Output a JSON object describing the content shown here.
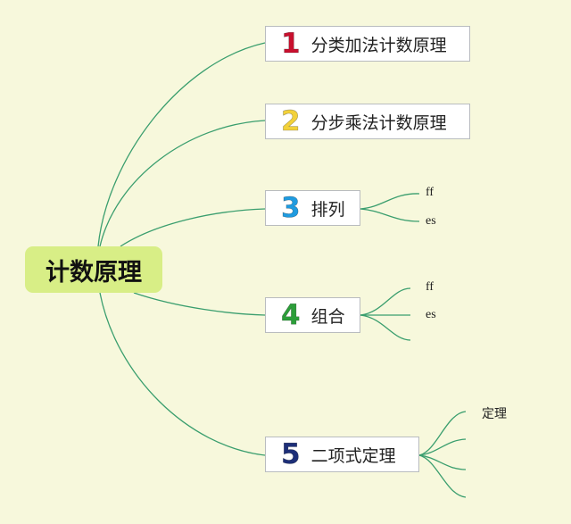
{
  "root": {
    "label": "计数原理"
  },
  "topics": [
    {
      "num": "1",
      "label": "分类加法计数原理",
      "color": "#c8102e"
    },
    {
      "num": "2",
      "label": "分步乘法计数原理",
      "color": "#f2d13a"
    },
    {
      "num": "3",
      "label": "排列",
      "color": "#1f9be0"
    },
    {
      "num": "4",
      "label": "组合",
      "color": "#2c9e3a"
    },
    {
      "num": "5",
      "label": "二项式定理",
      "color": "#1d2f78"
    }
  ],
  "leaves": {
    "t3": [
      "ff",
      "es"
    ],
    "t4": [
      "ff",
      "es",
      ""
    ],
    "t5": [
      "定理",
      "",
      "",
      ""
    ]
  },
  "line_color": "#3a9e6e"
}
